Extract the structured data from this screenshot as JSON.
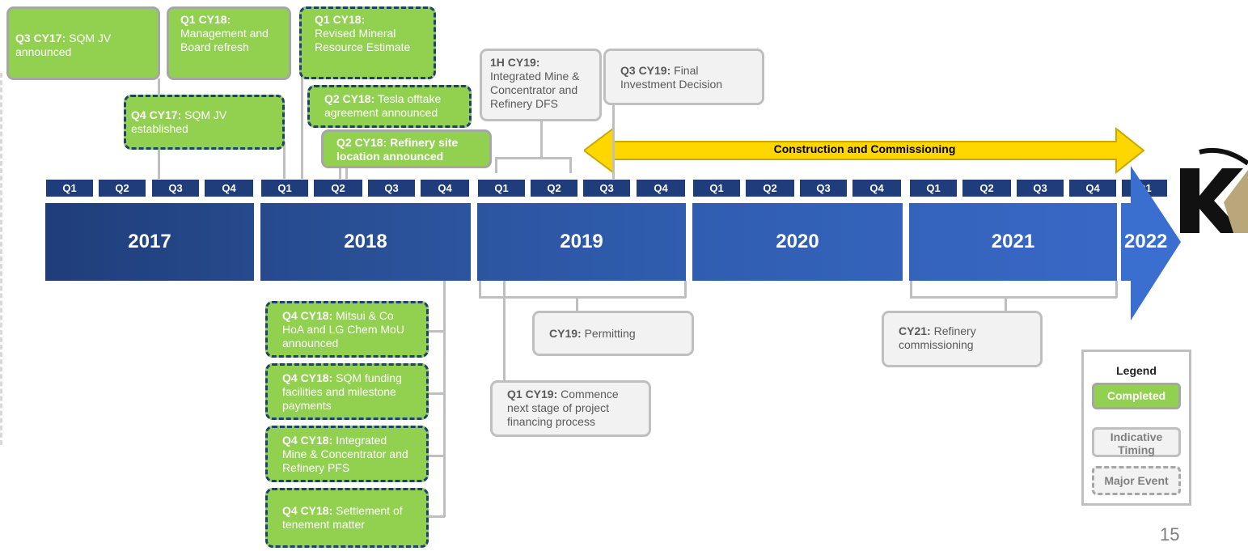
{
  "quarters": [
    "Q1",
    "Q2",
    "Q3",
    "Q4",
    "Q1",
    "Q2",
    "Q3",
    "Q4",
    "Q1",
    "Q2",
    "Q3",
    "Q4",
    "Q1",
    "Q2",
    "Q3",
    "Q4",
    "Q1",
    "Q2",
    "Q3",
    "Q4",
    "Q1"
  ],
  "years": [
    "2017",
    "2018",
    "2019",
    "2020",
    "2021",
    "2022"
  ],
  "construction_label": "Construction and Commissioning",
  "events": {
    "e1": {
      "tag": "Q3 CY17:",
      "text": "SQM JV announced"
    },
    "e2": {
      "tag": "Q1 CY18:",
      "text": "Management and Board refresh"
    },
    "e3": {
      "tag": "Q1 CY18:",
      "text": "Revised Mineral Resource Estimate"
    },
    "e4": {
      "tag": "Q4 CY17:",
      "text": "SQM JV established"
    },
    "e5": {
      "tag": "Q2 CY18:",
      "text": "Tesla offtake agreement announced"
    },
    "e6": {
      "tag": "Q2 CY18:",
      "text": "Refinery site location announced"
    },
    "e7": {
      "tag": "1H CY19:",
      "text": "Integrated Mine & Concentrator and Refinery DFS"
    },
    "e8": {
      "tag": "Q3 CY19:",
      "text": "Final Investment Decision"
    },
    "e9": {
      "tag": "Q4 CY18:",
      "text": "Mitsui & Co HoA and LG Chem MoU announced"
    },
    "e10": {
      "tag": "Q4 CY18:",
      "text": "SQM funding facilities and milestone payments"
    },
    "e11": {
      "tag": "Q4 CY18:",
      "text": "Integrated Mine & Concentrator and Refinery PFS"
    },
    "e12": {
      "tag": "Q4 CY18:",
      "text": "Settlement of tenement matter"
    },
    "e13": {
      "tag": "CY19:",
      "text": "Permitting"
    },
    "e14": {
      "tag": "Q1 CY19:",
      "text": "Commence next stage of project financing process"
    },
    "e15": {
      "tag": "CY21:",
      "text": "Refinery commissioning"
    }
  },
  "legend": {
    "title": "Legend",
    "completed": "Completed",
    "indicative": "Indicative Timing",
    "major": "Major Event"
  },
  "page_number": "15",
  "colors": {
    "navy": "#1f3d7a",
    "green": "#92d050",
    "grey_box": "#f2f2f2",
    "yellow": "#ffd700"
  }
}
